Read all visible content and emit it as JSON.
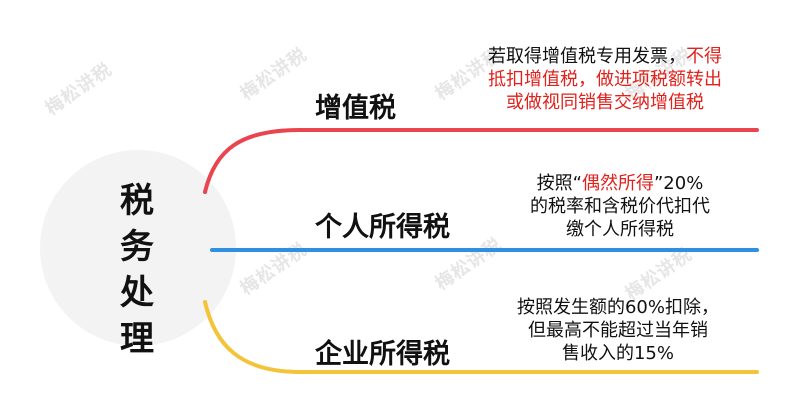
{
  "root": {
    "chars": [
      "税",
      "务",
      "处",
      "理"
    ]
  },
  "branches": [
    {
      "label": "增值税",
      "color": "#e8454f",
      "desc_lines": [
        [
          {
            "t": "若取得增值税专用发票，",
            "red": false
          },
          {
            "t": "不得",
            "red": true
          }
        ],
        [
          {
            "t": "抵扣增值税，做进项税额转出",
            "red": true
          }
        ],
        [
          {
            "t": "或做视同销售交纳增值税",
            "red": true
          }
        ]
      ]
    },
    {
      "label": "个人所得税",
      "color": "#2f8fe0",
      "desc_lines": [
        [
          {
            "t": "按照“",
            "red": false
          },
          {
            "t": "偶然所得",
            "red": true
          },
          {
            "t": "”20%",
            "red": false
          }
        ],
        [
          {
            "t": "的税率和含税价代扣代",
            "red": false
          }
        ],
        [
          {
            "t": "缴个人所得税",
            "red": false
          }
        ]
      ]
    },
    {
      "label": "企业所得税",
      "color": "#f3c43a",
      "desc_lines": [
        [
          {
            "t": "按照发生额的60%扣除，",
            "red": false
          }
        ],
        [
          {
            "t": "但最高不能超过当年销",
            "red": false
          }
        ],
        [
          {
            "t": "售收入的15%",
            "red": false
          }
        ]
      ]
    }
  ],
  "watermark": {
    "text": "梅松讲税"
  }
}
